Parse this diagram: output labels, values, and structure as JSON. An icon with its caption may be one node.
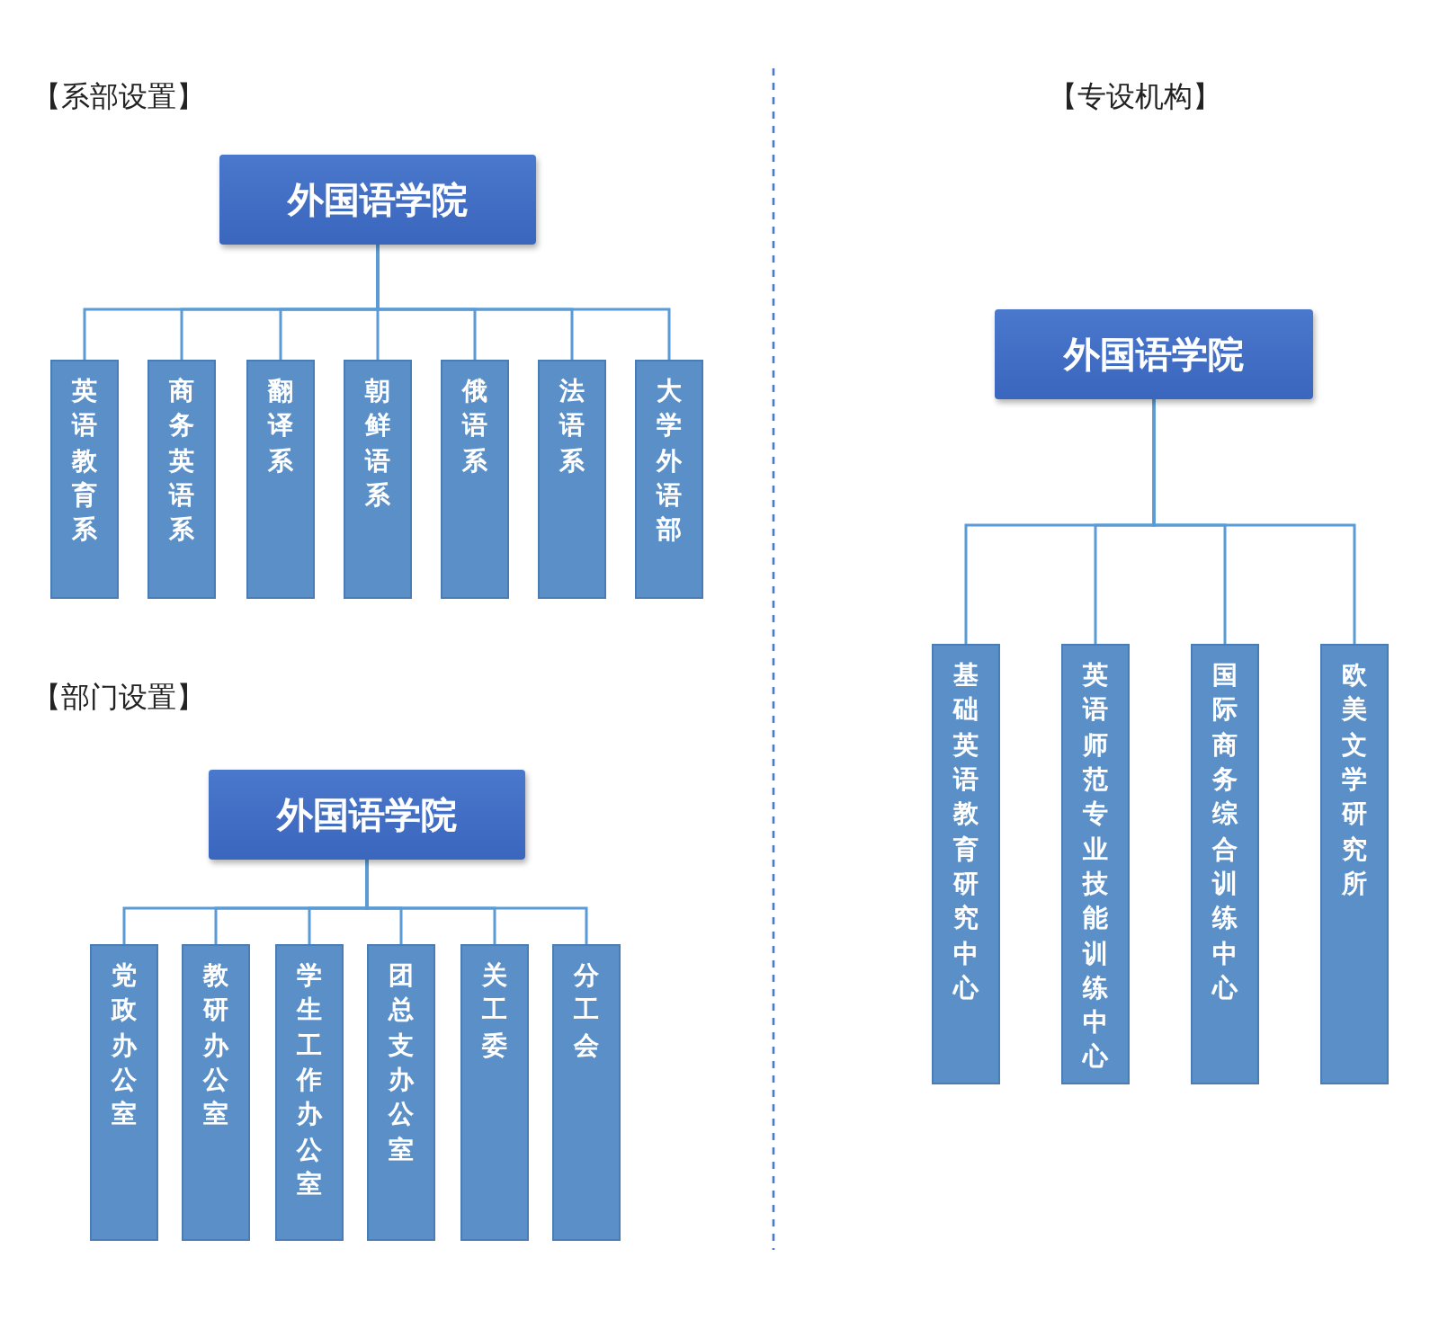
{
  "diagram": {
    "nodes": [
      {
        "text": [
          "外国语学院"
        ]
      },
      {
        "text": [
          "英语教育系"
        ]
      },
      {
        "text": [
          "商务英语系"
        ]
      },
      {
        "text": [
          "翻译系"
        ]
      },
      {
        "text": [
          "朝鲜语系"
        ]
      },
      {
        "text": [
          "俄语系"
        ]
      },
      {
        "text": [
          "法语系"
        ]
      },
      {
        "text": [
          "大学外语部"
        ]
      },
      {
        "text": [
          "外国语学院"
        ]
      },
      {
        "text": [
          "党政办公室"
        ]
      },
      {
        "text": [
          "教研办公室"
        ]
      },
      {
        "text": [
          "学生工作办公室"
        ]
      },
      {
        "text": [
          "团总支办公室"
        ]
      },
      {
        "text": [
          "关工委"
        ]
      },
      {
        "text": [
          "分工会"
        ]
      },
      {
        "text": [
          "外国语学院"
        ]
      },
      {
        "text": [
          "基础英语教育研究中心"
        ]
      },
      {
        "text": [
          "英语师范专业技能训练中心"
        ]
      },
      {
        "text": [
          "国际商务综合训练中心"
        ]
      },
      {
        "text": [
          "欧美文学研究所"
        ]
      }
    ],
    "edges": [
      {
        "from": 0,
        "to": 1,
        "arrow": "none"
      },
      {
        "from": 0,
        "to": 2,
        "arrow": "none"
      },
      {
        "from": 0,
        "to": 3,
        "arrow": "none"
      },
      {
        "from": 0,
        "to": 4,
        "arrow": "none"
      },
      {
        "from": 0,
        "to": 5,
        "arrow": "none"
      },
      {
        "from": 0,
        "to": 6,
        "arrow": "none"
      },
      {
        "from": 0,
        "to": 7,
        "arrow": "none"
      },
      {
        "from": 8,
        "to": 9,
        "arrow": "none"
      },
      {
        "from": 8,
        "to": 10,
        "arrow": "none"
      },
      {
        "from": 8,
        "to": 11,
        "arrow": "none"
      },
      {
        "from": 8,
        "to": 12,
        "arrow": "none"
      },
      {
        "from": 8,
        "to": 13,
        "arrow": "none"
      },
      {
        "from": 8,
        "to": 14,
        "arrow": "none"
      },
      {
        "from": 15,
        "to": 16,
        "arrow": "none"
      },
      {
        "from": 15,
        "to": 17,
        "arrow": "none"
      },
      {
        "from": 15,
        "to": 18,
        "arrow": "none"
      },
      {
        "from": 15,
        "to": 19,
        "arrow": "none"
      }
    ],
    "labels": [
      "【系部设置】",
      "【专设机构】",
      "【部门设置】"
    ]
  }
}
